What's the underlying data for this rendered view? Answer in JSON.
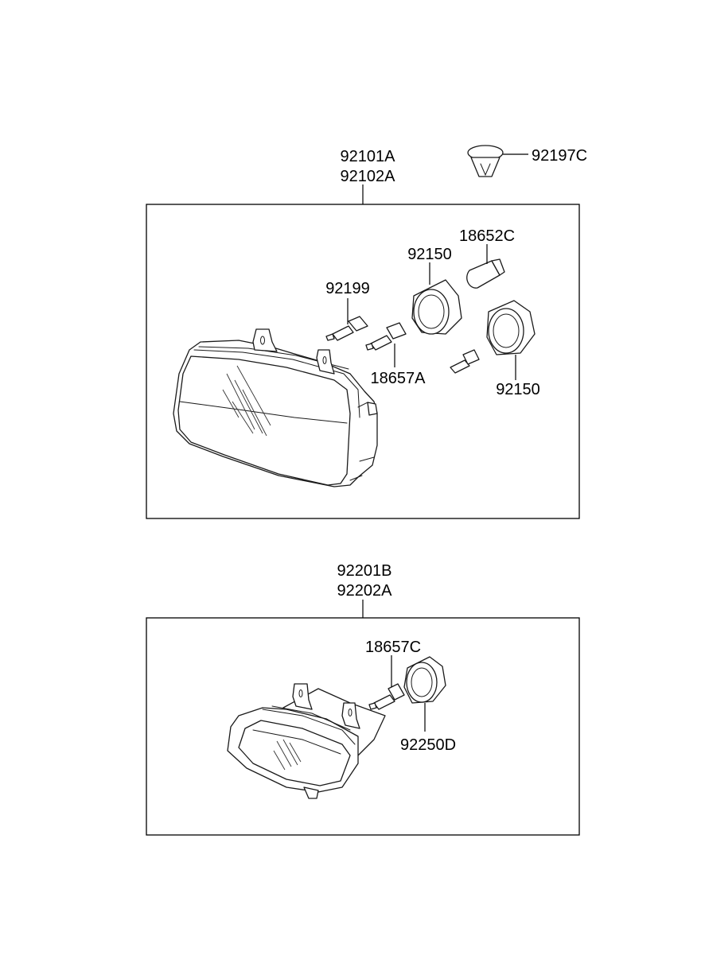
{
  "labels": {
    "head_lamp_assy_lh": "92101A",
    "head_lamp_assy_rh": "92102A",
    "clip": "92197C",
    "bulb_position": "18652C",
    "cap_upper": "92150",
    "socket": "92199",
    "bulb_head": "18657A",
    "cap_lower": "92150",
    "fog_lamp_assy_lh": "92201B",
    "fog_lamp_assy_rh": "92202A",
    "bulb_fog": "18657C",
    "cap_fog": "92250D"
  }
}
